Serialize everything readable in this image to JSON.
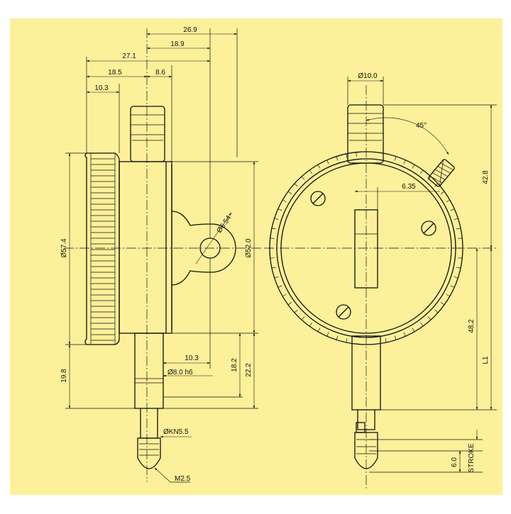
{
  "colors": {
    "background": "#fdf09a",
    "frame": "#ffffff",
    "line": "#111111"
  },
  "side_view": {
    "dim_top_26_9": "26.9",
    "dim_18_9": "18.9",
    "dim_27_1": "27.1",
    "dim_18_5": "18.5",
    "dim_8_6": "8.6",
    "dim_10_3_top": "10.3",
    "dim_dia_57_4": "Ø57.4",
    "dim_dia_52_0": "Ø52.0",
    "dim_dia_6_54": "Ø6.54",
    "dim_10_3_bottom": "10.3",
    "dim_dia_8_h6": "Ø8.0 h6",
    "dim_18_2": "18.2",
    "dim_22_2": "22.2",
    "dim_19_8": "19.8",
    "dim_kn5_5": "ØKN5.5",
    "dim_m2_5": "M2.5"
  },
  "front_view": {
    "dim_dia_10_0": "Ø10.0",
    "dim_45_deg": "45°",
    "dim_6_35": "6.35",
    "dim_42_8": "42.8",
    "dim_48_2": "48.2",
    "dim_l1": "L1",
    "dim_stroke": "STROKE",
    "dim_6_0": "6.0"
  }
}
